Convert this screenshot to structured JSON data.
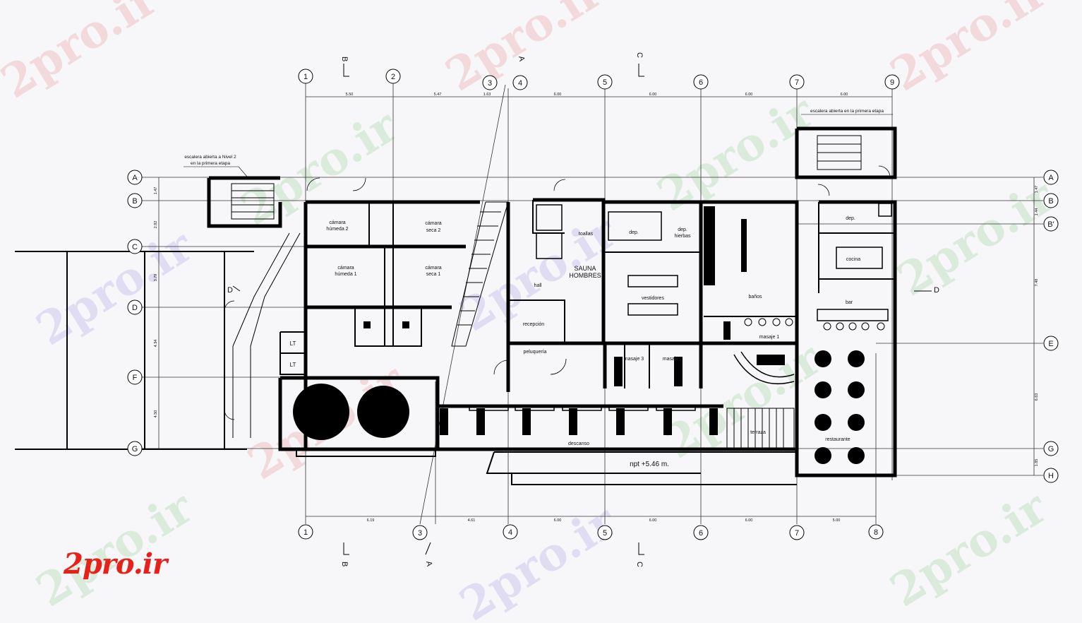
{
  "grid": {
    "top": [
      "1",
      "2",
      "3",
      "4",
      "5",
      "6",
      "7",
      "9"
    ],
    "bottom": [
      "1",
      "3",
      "4",
      "5",
      "6",
      "7",
      "8"
    ],
    "left": [
      "A",
      "B",
      "C",
      "D",
      "F",
      "G"
    ],
    "right": [
      "A",
      "B",
      "B'",
      "E",
      "G",
      "H"
    ]
  },
  "dimensions": {
    "top": [
      "5.50",
      "5.47",
      "1.63",
      "6.00",
      "6.00",
      "6.00",
      "6.00"
    ],
    "bottom": [
      "6.19",
      "4.61",
      "6.00",
      "6.00",
      "6.00",
      "5.00"
    ],
    "left": [
      "1.47",
      "2.92",
      "3.79",
      "4.34",
      "4.50"
    ],
    "right": [
      "1.47",
      "1.44",
      "7.48",
      "6.63",
      "1.85"
    ]
  },
  "sections": {
    "b_top": "B",
    "b_bottom": "B",
    "a_top": "A",
    "a_bottom": "A",
    "c_top": "C",
    "c_bottom": "C",
    "d_left": "D",
    "d_right": "D"
  },
  "notes": {
    "stair_left_1": "escalera abierta a Nivel 2",
    "stair_left_2": "en la primera etapa",
    "stair_right": "escalera abierta en la primera etapa"
  },
  "rooms": {
    "camara_humeda_2_a": "cámara",
    "camara_humeda_2_b": "húmeda 2",
    "camara_seca_2_a": "cámara",
    "camara_seca_2_b": "seca 2",
    "camara_humeda_1_a": "cámara",
    "camara_humeda_1_b": "húmeda 1",
    "camara_seca_1_a": "cámara",
    "camara_seca_1_b": "seca 1",
    "toallas": "toallas",
    "dep_1": "dep.",
    "dep_hierbas_a": "dep.",
    "dep_hierbas_b": "hierbas",
    "sauna_a": "SAUNA",
    "sauna_b": "HOMBRES",
    "hall": "hall",
    "vestidores": "vestidores",
    "banos": "baños",
    "recepcion": "recepción",
    "peluqueria": "peluquería",
    "masaje_1": "masaje 1",
    "masaje_2": "masaje 2",
    "masaje_3": "masaje 3",
    "dep_2": "dep.",
    "cocina": "cocina",
    "bar": "bar",
    "restaurante": "restaurante",
    "terraza": "terraza",
    "descanso": "descanso",
    "npt": "npt +5.46 m.",
    "lt_1": "LT",
    "lt_2": "LT"
  },
  "brand": {
    "logo_text": "2pro.ir",
    "watermark": "2pro.ir"
  }
}
